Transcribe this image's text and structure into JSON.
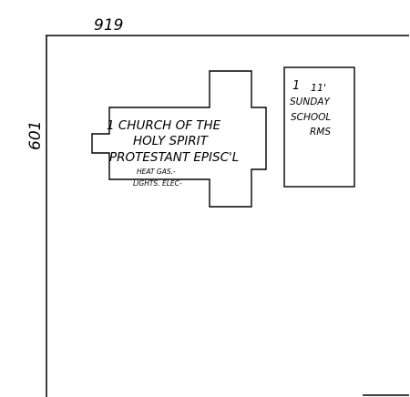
{
  "map": {
    "top_dimension": "919",
    "left_dimension": "601",
    "church": {
      "line1": "1 CHURCH OF THE",
      "line2": "HOLY SPIRIT",
      "line3": "PROTESTANT EPISC'L",
      "utilities_line1": "HEAT GAS.-",
      "utilities_line2": "LIGHTS. ELEC-"
    },
    "school": {
      "stories": "1",
      "height": "11'",
      "line1": "SUNDAY",
      "line2": "SCHOOL",
      "line3": "RMS"
    },
    "colors": {
      "ink": "#000000",
      "paper": "#ffffff"
    }
  }
}
